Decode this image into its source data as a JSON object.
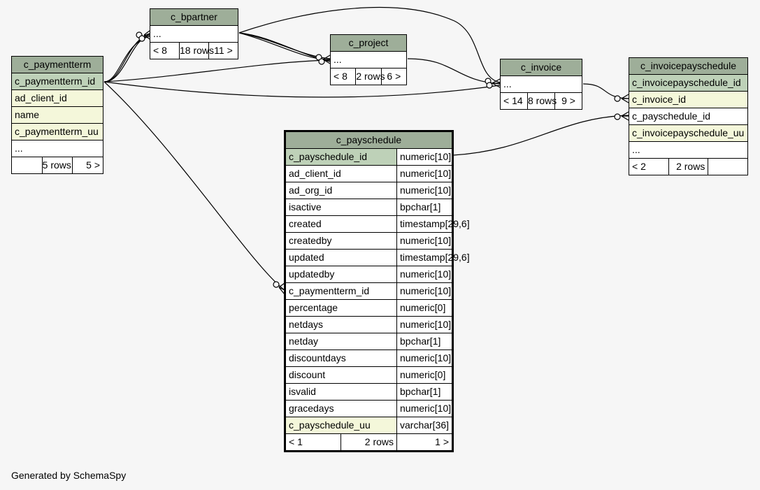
{
  "tables": {
    "c_bpartner": {
      "name": "c_bpartner",
      "rows": [
        "..."
      ],
      "footer": [
        "< 8",
        "18 rows",
        "11 >"
      ]
    },
    "c_project": {
      "name": "c_project",
      "rows": [
        "..."
      ],
      "footer": [
        "< 8",
        "2 rows",
        "6 >"
      ]
    },
    "c_invoice": {
      "name": "c_invoice",
      "rows": [
        "..."
      ],
      "footer": [
        "< 14",
        "8 rows",
        "9 >"
      ]
    },
    "c_paymentterm": {
      "name": "c_paymentterm",
      "rows": [
        "c_paymentterm_id",
        "ad_client_id",
        "name",
        "c_paymentterm_uu",
        "..."
      ],
      "footer": [
        "",
        "5 rows",
        "5 >"
      ]
    },
    "c_invoicepayschedule": {
      "name": "c_invoicepayschedule",
      "rows": [
        "c_invoicepayschedule_id",
        "c_invoice_id",
        "c_payschedule_id",
        "c_invoicepayschedule_uu",
        "..."
      ],
      "footer": [
        "< 2",
        "2 rows",
        ""
      ]
    },
    "c_payschedule": {
      "name": "c_payschedule",
      "columns": [
        {
          "name": "c_payschedule_id",
          "type": "numeric[10]"
        },
        {
          "name": "ad_client_id",
          "type": "numeric[10]"
        },
        {
          "name": "ad_org_id",
          "type": "numeric[10]"
        },
        {
          "name": "isactive",
          "type": "bpchar[1]"
        },
        {
          "name": "created",
          "type": "timestamp[29,6]"
        },
        {
          "name": "createdby",
          "type": "numeric[10]"
        },
        {
          "name": "updated",
          "type": "timestamp[29,6]"
        },
        {
          "name": "updatedby",
          "type": "numeric[10]"
        },
        {
          "name": "c_paymentterm_id",
          "type": "numeric[10]"
        },
        {
          "name": "percentage",
          "type": "numeric[0]"
        },
        {
          "name": "netdays",
          "type": "numeric[10]"
        },
        {
          "name": "netday",
          "type": "bpchar[1]"
        },
        {
          "name": "discountdays",
          "type": "numeric[10]"
        },
        {
          "name": "discount",
          "type": "numeric[0]"
        },
        {
          "name": "isvalid",
          "type": "bpchar[1]"
        },
        {
          "name": "gracedays",
          "type": "numeric[10]"
        },
        {
          "name": "c_payschedule_uu",
          "type": "varchar[36]"
        }
      ],
      "footer": [
        "< 1",
        "2 rows",
        "1 >"
      ]
    }
  },
  "footer_note": "Generated by SchemaSpy",
  "colors": {
    "header": "#9eae99",
    "primary_key": "#bed1b8",
    "indexed_column": "#f4f7da",
    "background": "#f6f6f6"
  }
}
